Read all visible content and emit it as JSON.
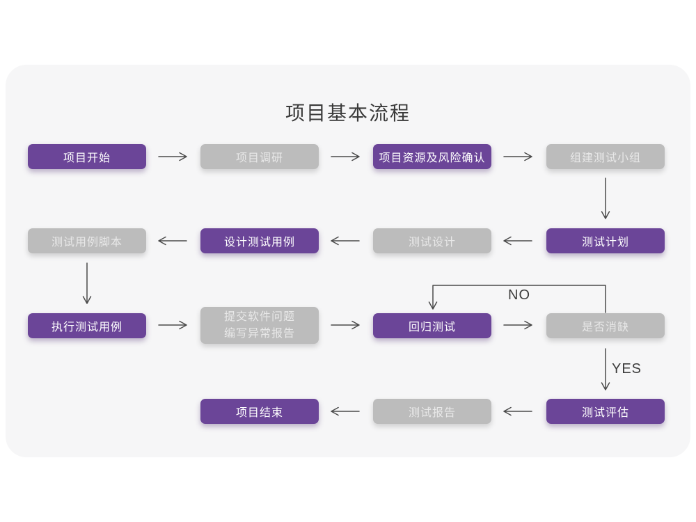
{
  "page": {
    "title": "项目基本流程"
  },
  "flow": {
    "colors": {
      "primary_node": "#6b4598",
      "muted_node": "#bcbcbc",
      "card_background": "#f6f6f7",
      "arrow": "#4a4a4a"
    },
    "decision_labels": {
      "no": "NO",
      "yes": "YES"
    },
    "nodes": [
      {
        "id": "start",
        "label": "项目开始",
        "variant": "primary"
      },
      {
        "id": "research",
        "label": "项目调研",
        "variant": "muted"
      },
      {
        "id": "risk-confirm",
        "label": "项目资源及风险确认",
        "variant": "primary"
      },
      {
        "id": "build-team",
        "label": "组建测试小组",
        "variant": "muted"
      },
      {
        "id": "test-plan",
        "label": "测试计划",
        "variant": "primary"
      },
      {
        "id": "test-design",
        "label": "测试设计",
        "variant": "muted"
      },
      {
        "id": "design-cases",
        "label": "设计测试用例",
        "variant": "primary"
      },
      {
        "id": "case-script",
        "label": "测试用例脚本",
        "variant": "muted"
      },
      {
        "id": "execute-cases",
        "label": "执行测试用例",
        "variant": "primary"
      },
      {
        "id": "submit-issues",
        "lines": [
          "提交软件问题",
          "编写异常报告"
        ],
        "variant": "muted"
      },
      {
        "id": "regression",
        "label": "回归测试",
        "variant": "primary"
      },
      {
        "id": "defect-check",
        "label": "是否消缺",
        "variant": "muted"
      },
      {
        "id": "evaluation",
        "label": "测试评估",
        "variant": "primary"
      },
      {
        "id": "test-report",
        "label": "测试报告",
        "variant": "muted"
      },
      {
        "id": "end",
        "label": "项目结束",
        "variant": "primary"
      }
    ]
  }
}
